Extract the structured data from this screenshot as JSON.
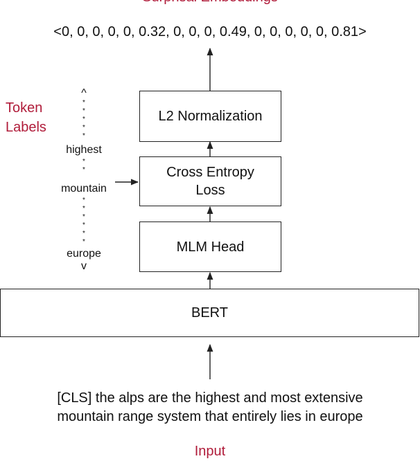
{
  "output": {
    "title": "Surprisal Embeddings",
    "vector": "<0, 0, 0, 0, 0, 0.32, 0, 0, 0, 0.49, 0, 0, 0, 0, 0, 0.81>"
  },
  "boxes": {
    "l2": "L2 Normalization",
    "cross_entropy": "Cross Entropy\nLoss",
    "mlm_head": "MLM Head",
    "bert": "BERT"
  },
  "token_labels": {
    "title": "Token\nLabels",
    "caret_top": "^",
    "word1": "highest",
    "word2": "mountain",
    "word3": "europe",
    "caret_bottom": "v",
    "dot": "*"
  },
  "input": {
    "line1": "[CLS] the alps are the highest and most extensive",
    "line2": "mountain range system that entirely lies in europe",
    "title": "Input"
  }
}
